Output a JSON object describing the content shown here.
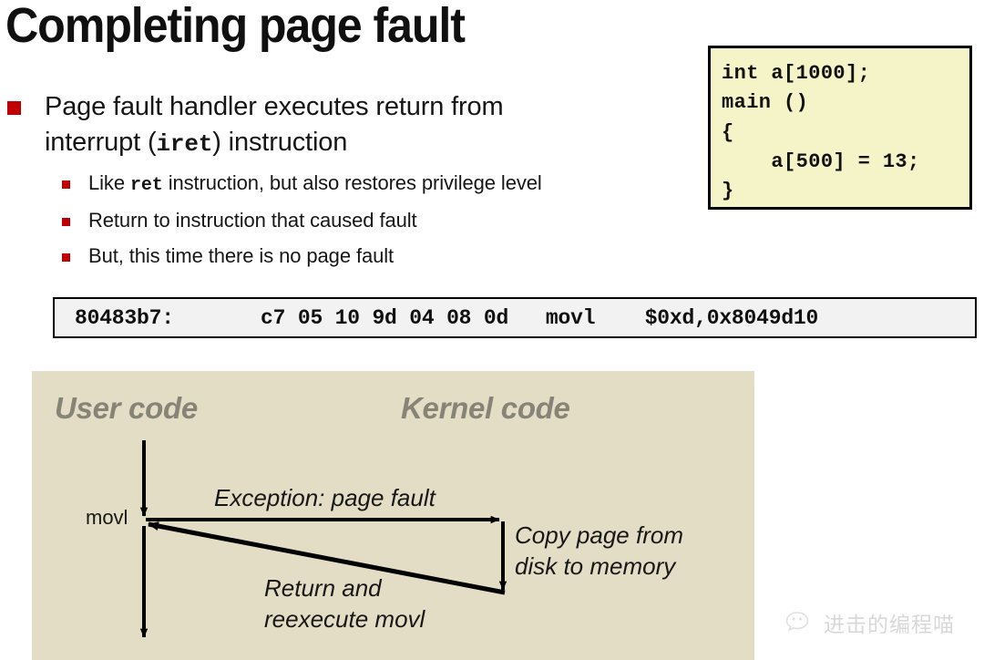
{
  "slide": {
    "title": "Completing page fault",
    "bullets": [
      {
        "level": 1,
        "text_before": "Page fault handler executes return from interrupt (",
        "mono": "iret",
        "text_after": ") instruction"
      }
    ],
    "subbullets": [
      {
        "text_before": "Like ",
        "mono": "ret",
        "text_after": " instruction, but also restores privilege level"
      },
      {
        "text_before": "Return to instruction that caused fault",
        "mono": "",
        "text_after": ""
      },
      {
        "text_before": "But, this time there is no page fault",
        "mono": "",
        "text_after": ""
      }
    ]
  },
  "code_box": {
    "language": "c",
    "source": "int a[1000];\nmain ()\n{\n    a[500] = 13;\n}",
    "background": "#f4f4c8",
    "border_color": "#000000"
  },
  "assembly": {
    "address": "80483b7:",
    "bytes": "c7 05 10 9d 04 08 0d",
    "mnemonic": "movl",
    "operands": "$0xd,0x8049d10",
    "full_line": "80483b7:       c7 05 10 9d 04 08 0d   movl    $0xd,0x8049d10",
    "background": "#f2f2f2"
  },
  "diagram": {
    "background": "#e4ddc6",
    "lane_user": "User code",
    "lane_kernel": "Kernel code",
    "instruction_label": "movl",
    "annotations": {
      "exception": "Exception: page fault",
      "copy_page_line1": "Copy page from",
      "copy_page_line2": "disk to memory",
      "return_line1": "Return and",
      "return_line2": "reexecute movl"
    },
    "lane_label_color": "#868377",
    "arrow_color": "#000000"
  },
  "watermark": {
    "text": "进击的编程喵",
    "icon": "wechat-chat-icon",
    "color": "#b9b9b9"
  },
  "theme": {
    "bullet_marker_color": "#c00000",
    "text_color": "#161616",
    "page_background": "#ffffff"
  }
}
